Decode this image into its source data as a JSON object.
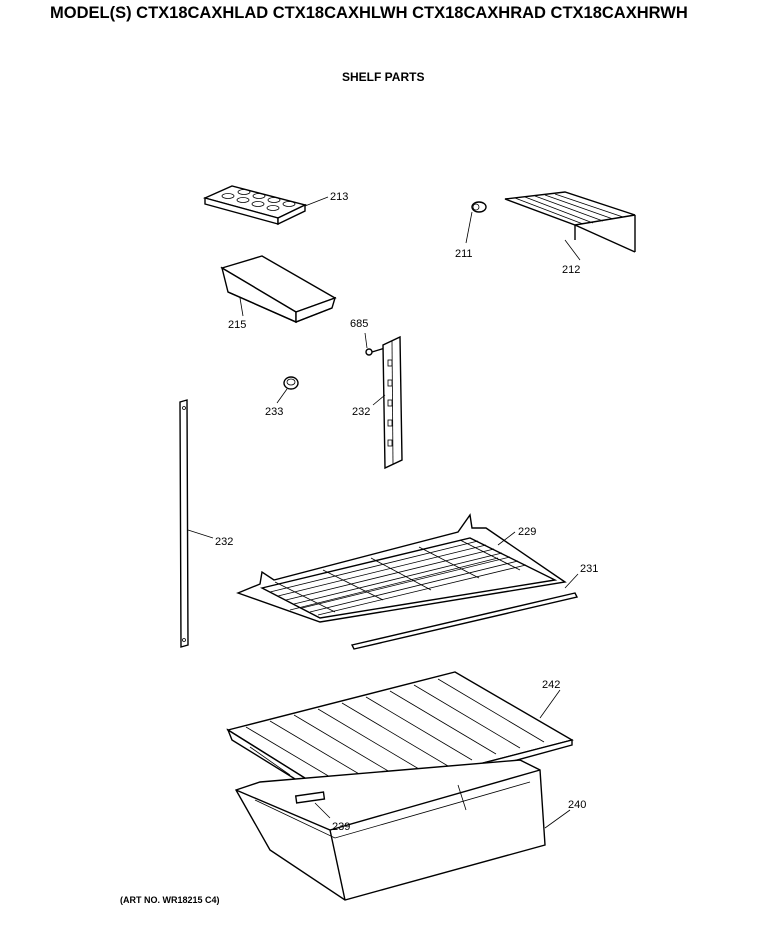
{
  "header": {
    "models": "MODEL(S) CTX18CAXHLAD  CTX18CAXHLWH  CTX18CAXHRAD  CTX18CAXHRWH",
    "section": "SHELF PARTS"
  },
  "footer": {
    "art_no": "(ART NO. WR18215 C4)"
  },
  "parts": [
    {
      "key": "p213",
      "number": "213"
    },
    {
      "key": "p211",
      "number": "211"
    },
    {
      "key": "p212",
      "number": "212"
    },
    {
      "key": "p215",
      "number": "215"
    },
    {
      "key": "p685",
      "number": "685"
    },
    {
      "key": "p233",
      "number": "233"
    },
    {
      "key": "p232a",
      "number": "232"
    },
    {
      "key": "p232b",
      "number": "232"
    },
    {
      "key": "p229",
      "number": "229"
    },
    {
      "key": "p231",
      "number": "231"
    },
    {
      "key": "p242",
      "number": "242"
    },
    {
      "key": "p240",
      "number": "240"
    },
    {
      "key": "p239",
      "number": "239"
    }
  ]
}
